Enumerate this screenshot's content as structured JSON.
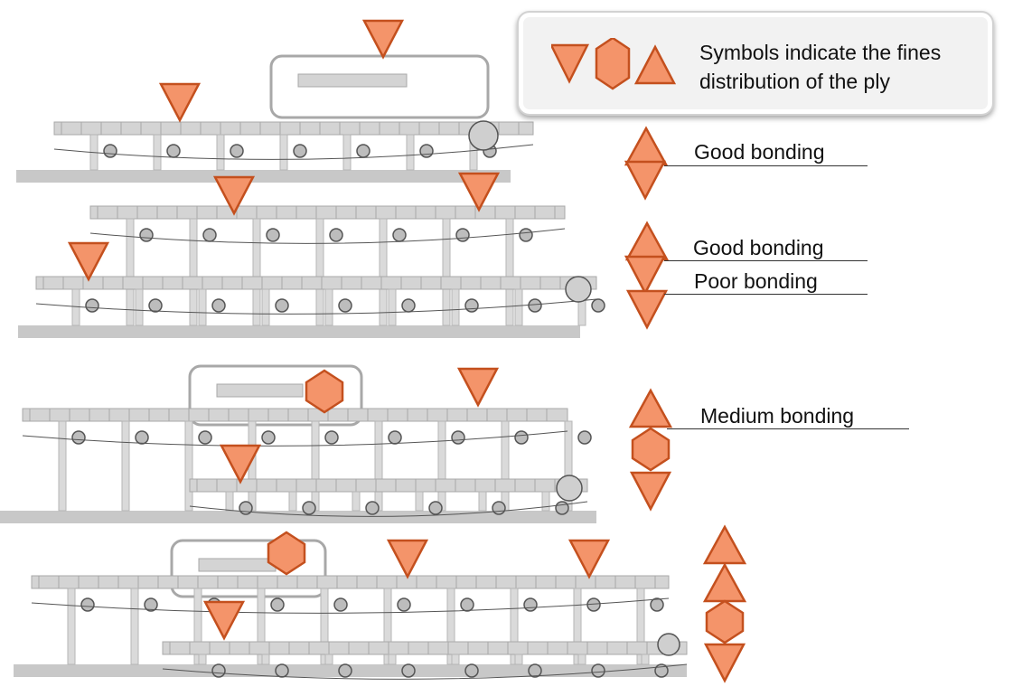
{
  "legend": {
    "text": "Symbols indicate the fines distribution of the ply",
    "symbols": [
      "inverted-triangle",
      "diamond",
      "triangle"
    ]
  },
  "colors": {
    "symbol_fill": "#f4946a",
    "symbol_stroke": "#c4501e",
    "machine_light": "#d4d4d4",
    "machine_mid": "#a8a8a8",
    "machine_dark": "#555555"
  },
  "machines": [
    {
      "name": "machine-1",
      "ply_symbols": [
        "inverted-triangle",
        "inverted-triangle"
      ]
    },
    {
      "name": "machine-2",
      "ply_symbols": [
        "inverted-triangle",
        "inverted-triangle",
        "inverted-triangle"
      ]
    },
    {
      "name": "machine-3",
      "ply_symbols": [
        "diamond",
        "inverted-triangle",
        "inverted-triangle"
      ]
    },
    {
      "name": "machine-4",
      "ply_symbols": [
        "diamond",
        "inverted-triangle",
        "inverted-triangle",
        "inverted-triangle"
      ]
    }
  ],
  "bonding_stacks": [
    {
      "symbols": [
        "triangle",
        "inverted-triangle"
      ],
      "labels": [
        "Good bonding"
      ]
    },
    {
      "symbols": [
        "triangle",
        "inverted-triangle",
        "inverted-triangle"
      ],
      "labels": [
        "Good bonding",
        "Poor bonding"
      ]
    },
    {
      "symbols": [
        "triangle",
        "diamond",
        "inverted-triangle"
      ],
      "labels": [
        "Medium bonding"
      ]
    },
    {
      "symbols": [
        "triangle",
        "triangle",
        "diamond",
        "inverted-triangle"
      ],
      "labels": []
    }
  ]
}
